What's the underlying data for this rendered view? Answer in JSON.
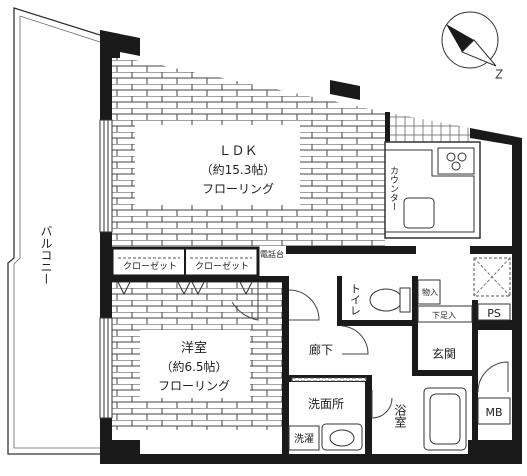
{
  "rooms": {
    "ldk": {
      "name": "ＬＤＫ",
      "size": "（約15.3帖）",
      "floor": "フローリング"
    },
    "western": {
      "name": "洋室",
      "size": "（約6.5帖）",
      "floor": "フローリング"
    },
    "balcony": "バルコニー",
    "hallway": "廊下",
    "entrance": "玄関",
    "washroom": "洗面所",
    "bath": "浴室",
    "toilet": "トイレ",
    "counter": "カウンター"
  },
  "storage": {
    "closet_1": "クローゼット",
    "closet_2": "クローゼット",
    "shoe_box": "下足入",
    "storage": "物入",
    "phone_stand": "電話台",
    "ps": "PS",
    "mb": "MB",
    "washer": "洗濯"
  },
  "compass": {
    "icon": "north-arrow-icon"
  }
}
